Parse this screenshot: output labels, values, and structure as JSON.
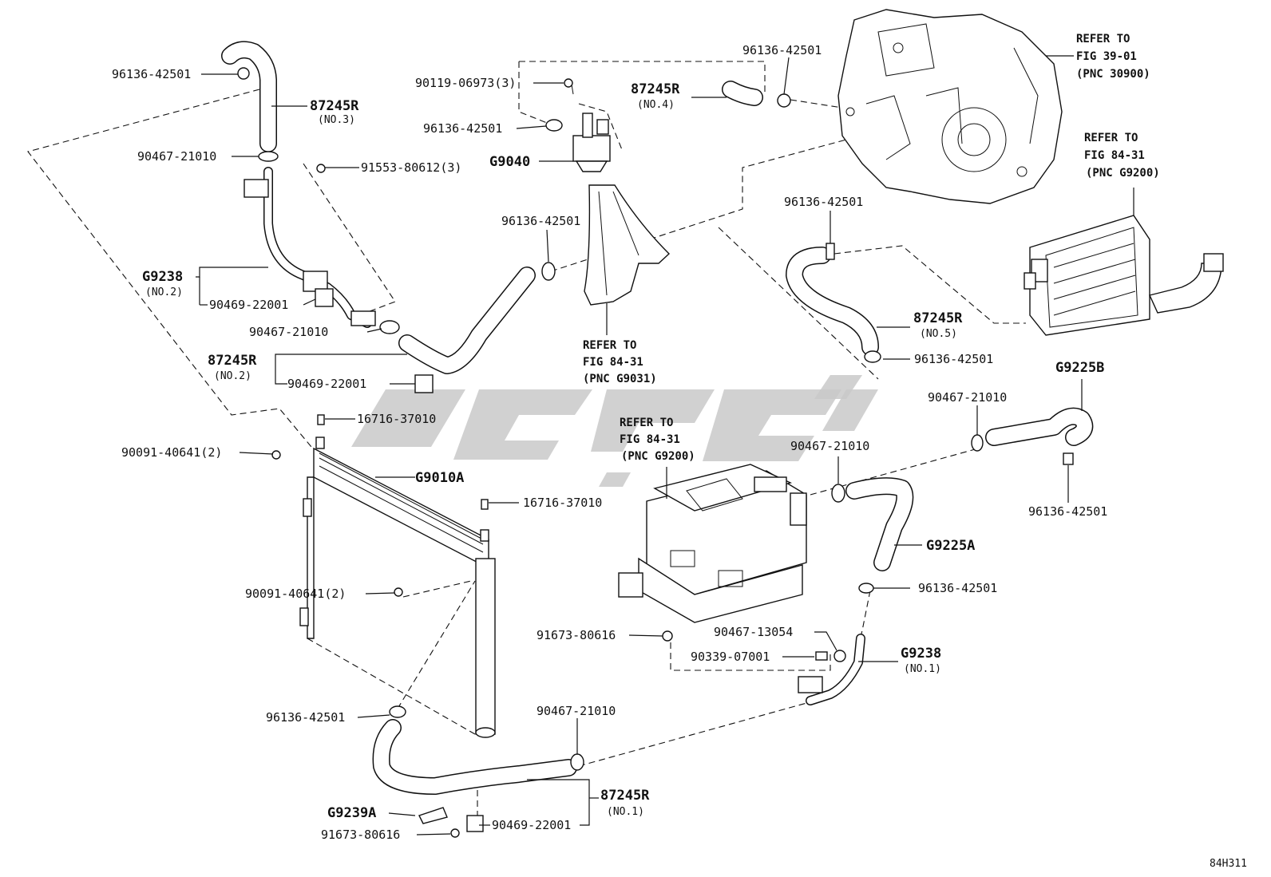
{
  "diagram_code": "84H311",
  "labels": {
    "hose_87245R_no3_pn": "87245R",
    "hose_87245R_no3_sub": "(NO.3)",
    "clamp_96136_top": "96136-42501",
    "clamp_90467_top": "90467-21010",
    "bolt_91553": "91553-80612(3)",
    "pipe_G9238_no2_pn": "G9238",
    "pipe_G9238_no2_sub": "(NO.2)",
    "clip_90469_a": "90469-22001",
    "clamp_90467_mid": "90467-21010",
    "hose_87245R_no2_pn": "87245R",
    "hose_87245R_no2_sub": "(NO.2)",
    "clip_90469_b": "90469-22001",
    "screw_90119": "90119-06973(3)",
    "clamp_96136_pump": "96136-42501",
    "pump_G9040": "G9040",
    "clamp_96136_center": "96136-42501",
    "ref_g9031_l1": "REFER TO",
    "ref_g9031_l2": "FIG 84-31",
    "ref_g9031_l3": "(PNC G9031)",
    "clamp_96136_trans": "96136-42501",
    "hose_87245R_no4_pn": "87245R",
    "hose_87245R_no4_sub": "(NO.4)",
    "ref_30900_l1": "REFER TO",
    "ref_30900_l2": "FIG 39-01",
    "ref_30900_l3": "(PNC 30900)",
    "ref_g9200a_l1": "REFER TO",
    "ref_g9200a_l2": "FIG 84-31",
    "ref_g9200a_l3": "(PNC G9200)",
    "clamp_96136_no5": "96136-42501",
    "hose_87245R_no5_pn": "87245R",
    "hose_87245R_no5_sub": "(NO.5)",
    "clamp_96136_no5b": "96136-42501",
    "cap_16716_a": "16716-37010",
    "bolt_90091_a": "90091-40641(2)",
    "radiator_G9010A": "G9010A",
    "cap_16716_b": "16716-37010",
    "bolt_90091_b": "90091-40641(2)",
    "ref_g9200b_l1": "REFER TO",
    "ref_g9200b_l2": "FIG 84-31",
    "ref_g9200b_l3": "(PNC G9200)",
    "clamp_90467_right": "90467-21010",
    "hose_G9225B": "G9225B",
    "clamp_90467_inv": "90467-21010",
    "clamp_96136_g9225b": "96136-42501",
    "hose_G9225A": "G9225A",
    "clamp_96136_g9225a": "96136-42501",
    "bolt_91673_a": "91673-80616",
    "clamp_90467_13054": "90467-13054",
    "plug_90339": "90339-07001",
    "pipe_G9238_no1_pn": "G9238",
    "pipe_G9238_no1_sub": "(NO.1)",
    "clamp_96136_bottom": "96136-42501",
    "clamp_90467_bottom": "90467-21010",
    "hose_87245R_no1_pn": "87245R",
    "hose_87245R_no1_sub": "(NO.1)",
    "bracket_G9239A": "G9239A",
    "clip_90469_c": "90469-22001",
    "bolt_91673_b": "91673-80616"
  }
}
